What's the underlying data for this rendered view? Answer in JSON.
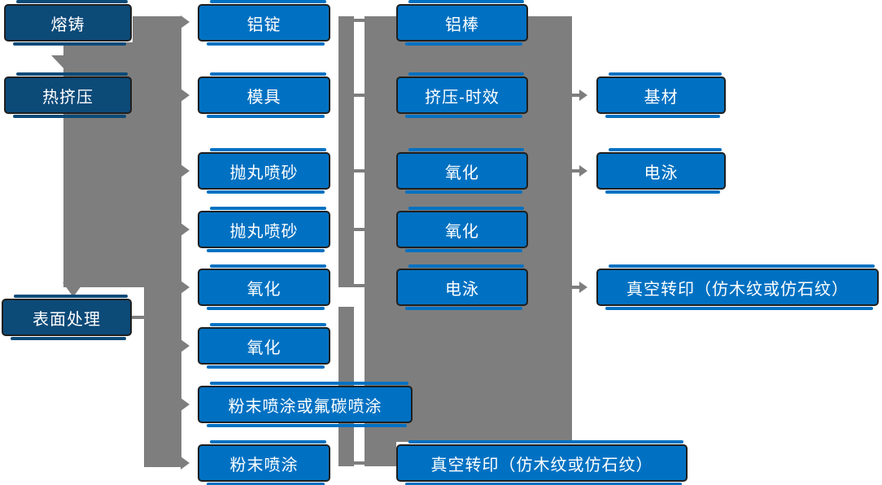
{
  "colors": {
    "box_blue": "#0071C2",
    "box_navy": "#0C4A78",
    "connector_gray": "#7E7E7E",
    "box_border": "#1F1F1F",
    "text_white": "#FFFFFF"
  },
  "diagram": {
    "col1": [
      {
        "label": "熔铸"
      },
      {
        "label": "热挤压"
      },
      {
        "label": "表面处理"
      }
    ],
    "col2": [
      {
        "label": "铝锭"
      },
      {
        "label": "模具"
      },
      {
        "label": "抛丸喷砂"
      },
      {
        "label": "抛丸喷砂"
      },
      {
        "label": "氧化"
      },
      {
        "label": "氧化"
      },
      {
        "label": "粉末喷涂或氟碳喷涂"
      },
      {
        "label": "粉末喷涂"
      }
    ],
    "col3": [
      {
        "label": "铝棒"
      },
      {
        "label": "挤压-时效"
      },
      {
        "label": "氧化"
      },
      {
        "label": "氧化"
      },
      {
        "label": "电泳"
      },
      {
        "label": "真空转印（仿木纹或仿石纹）"
      }
    ],
    "col4": [
      {
        "label": "基材"
      },
      {
        "label": "电泳"
      },
      {
        "label": "真空转印（仿木纹或仿石纹）"
      }
    ]
  }
}
